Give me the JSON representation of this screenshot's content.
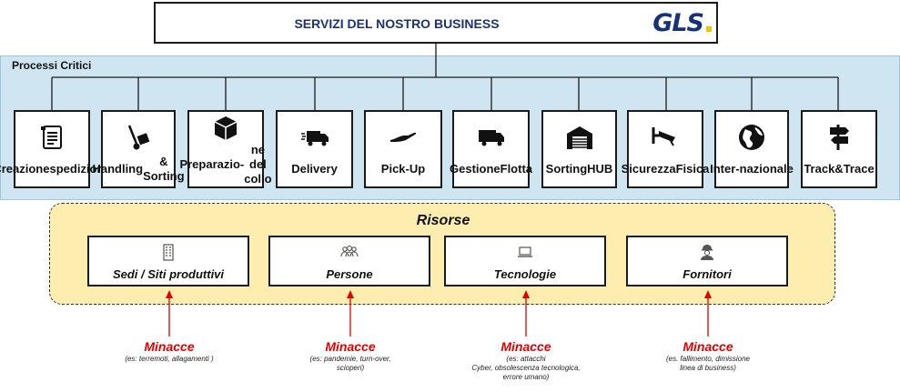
{
  "header": {
    "title": "SERVIZI DEL NOSTRO BUSINESS",
    "logo_text": "GLS"
  },
  "critical_processes": {
    "label": "Processi Critici",
    "items": [
      {
        "label_lines": [
          "Creazione",
          "spedizione"
        ],
        "icon": "document-icon"
      },
      {
        "label_lines": [
          "Handling",
          "& Sorting"
        ],
        "icon": "hand-truck-icon"
      },
      {
        "label_lines": [
          "Preparazio-",
          "ne del collo"
        ],
        "icon": "package-icon"
      },
      {
        "label_lines": [
          "Delivery"
        ],
        "icon": "delivery-truck-icon"
      },
      {
        "label_lines": [
          "Pick-Up"
        ],
        "icon": "hand-icon"
      },
      {
        "label_lines": [
          "Gestione",
          "Flotta"
        ],
        "icon": "fleet-truck-icon"
      },
      {
        "label_lines": [
          "Sorting",
          "HUB"
        ],
        "icon": "warehouse-icon"
      },
      {
        "label_lines": [
          "Sicurezza",
          "Fisica"
        ],
        "icon": "security-camera-icon"
      },
      {
        "label_lines": [
          "Inter-",
          "nazionale"
        ],
        "icon": "globe-icon"
      },
      {
        "label_lines": [
          "Track&",
          "Trace"
        ],
        "icon": "signpost-icon"
      }
    ]
  },
  "resources": {
    "label": "Risorse",
    "items": [
      {
        "label": "Sedi / Siti produttivi",
        "icon": "building-icon"
      },
      {
        "label": "Persone",
        "icon": "people-icon"
      },
      {
        "label": "Tecnologie",
        "icon": "laptop-icon"
      },
      {
        "label": "Fornitori",
        "icon": "worker-icon"
      }
    ]
  },
  "threats": [
    {
      "title": "Minacce",
      "desc_lines": [
        "(es: terremoti, allagamenti )"
      ]
    },
    {
      "title": "Minacce",
      "desc_lines": [
        "(es: pandemie, turn-over,",
        "scioperi)"
      ]
    },
    {
      "title": "Minacce",
      "desc_lines": [
        "(es: attacchi",
        "Cyber, obsolescenza tecnologica,",
        "errore umano)"
      ]
    },
    {
      "title": "Minacce",
      "desc_lines": [
        "(es. fallimento, dimissione",
        "linea di business)"
      ]
    }
  ],
  "colors": {
    "title": "#1f3278",
    "band": "#cfe6f2",
    "resources_bg": "#fdeeb0",
    "threat": "#e00000",
    "logo_dot": "#f7c300"
  }
}
